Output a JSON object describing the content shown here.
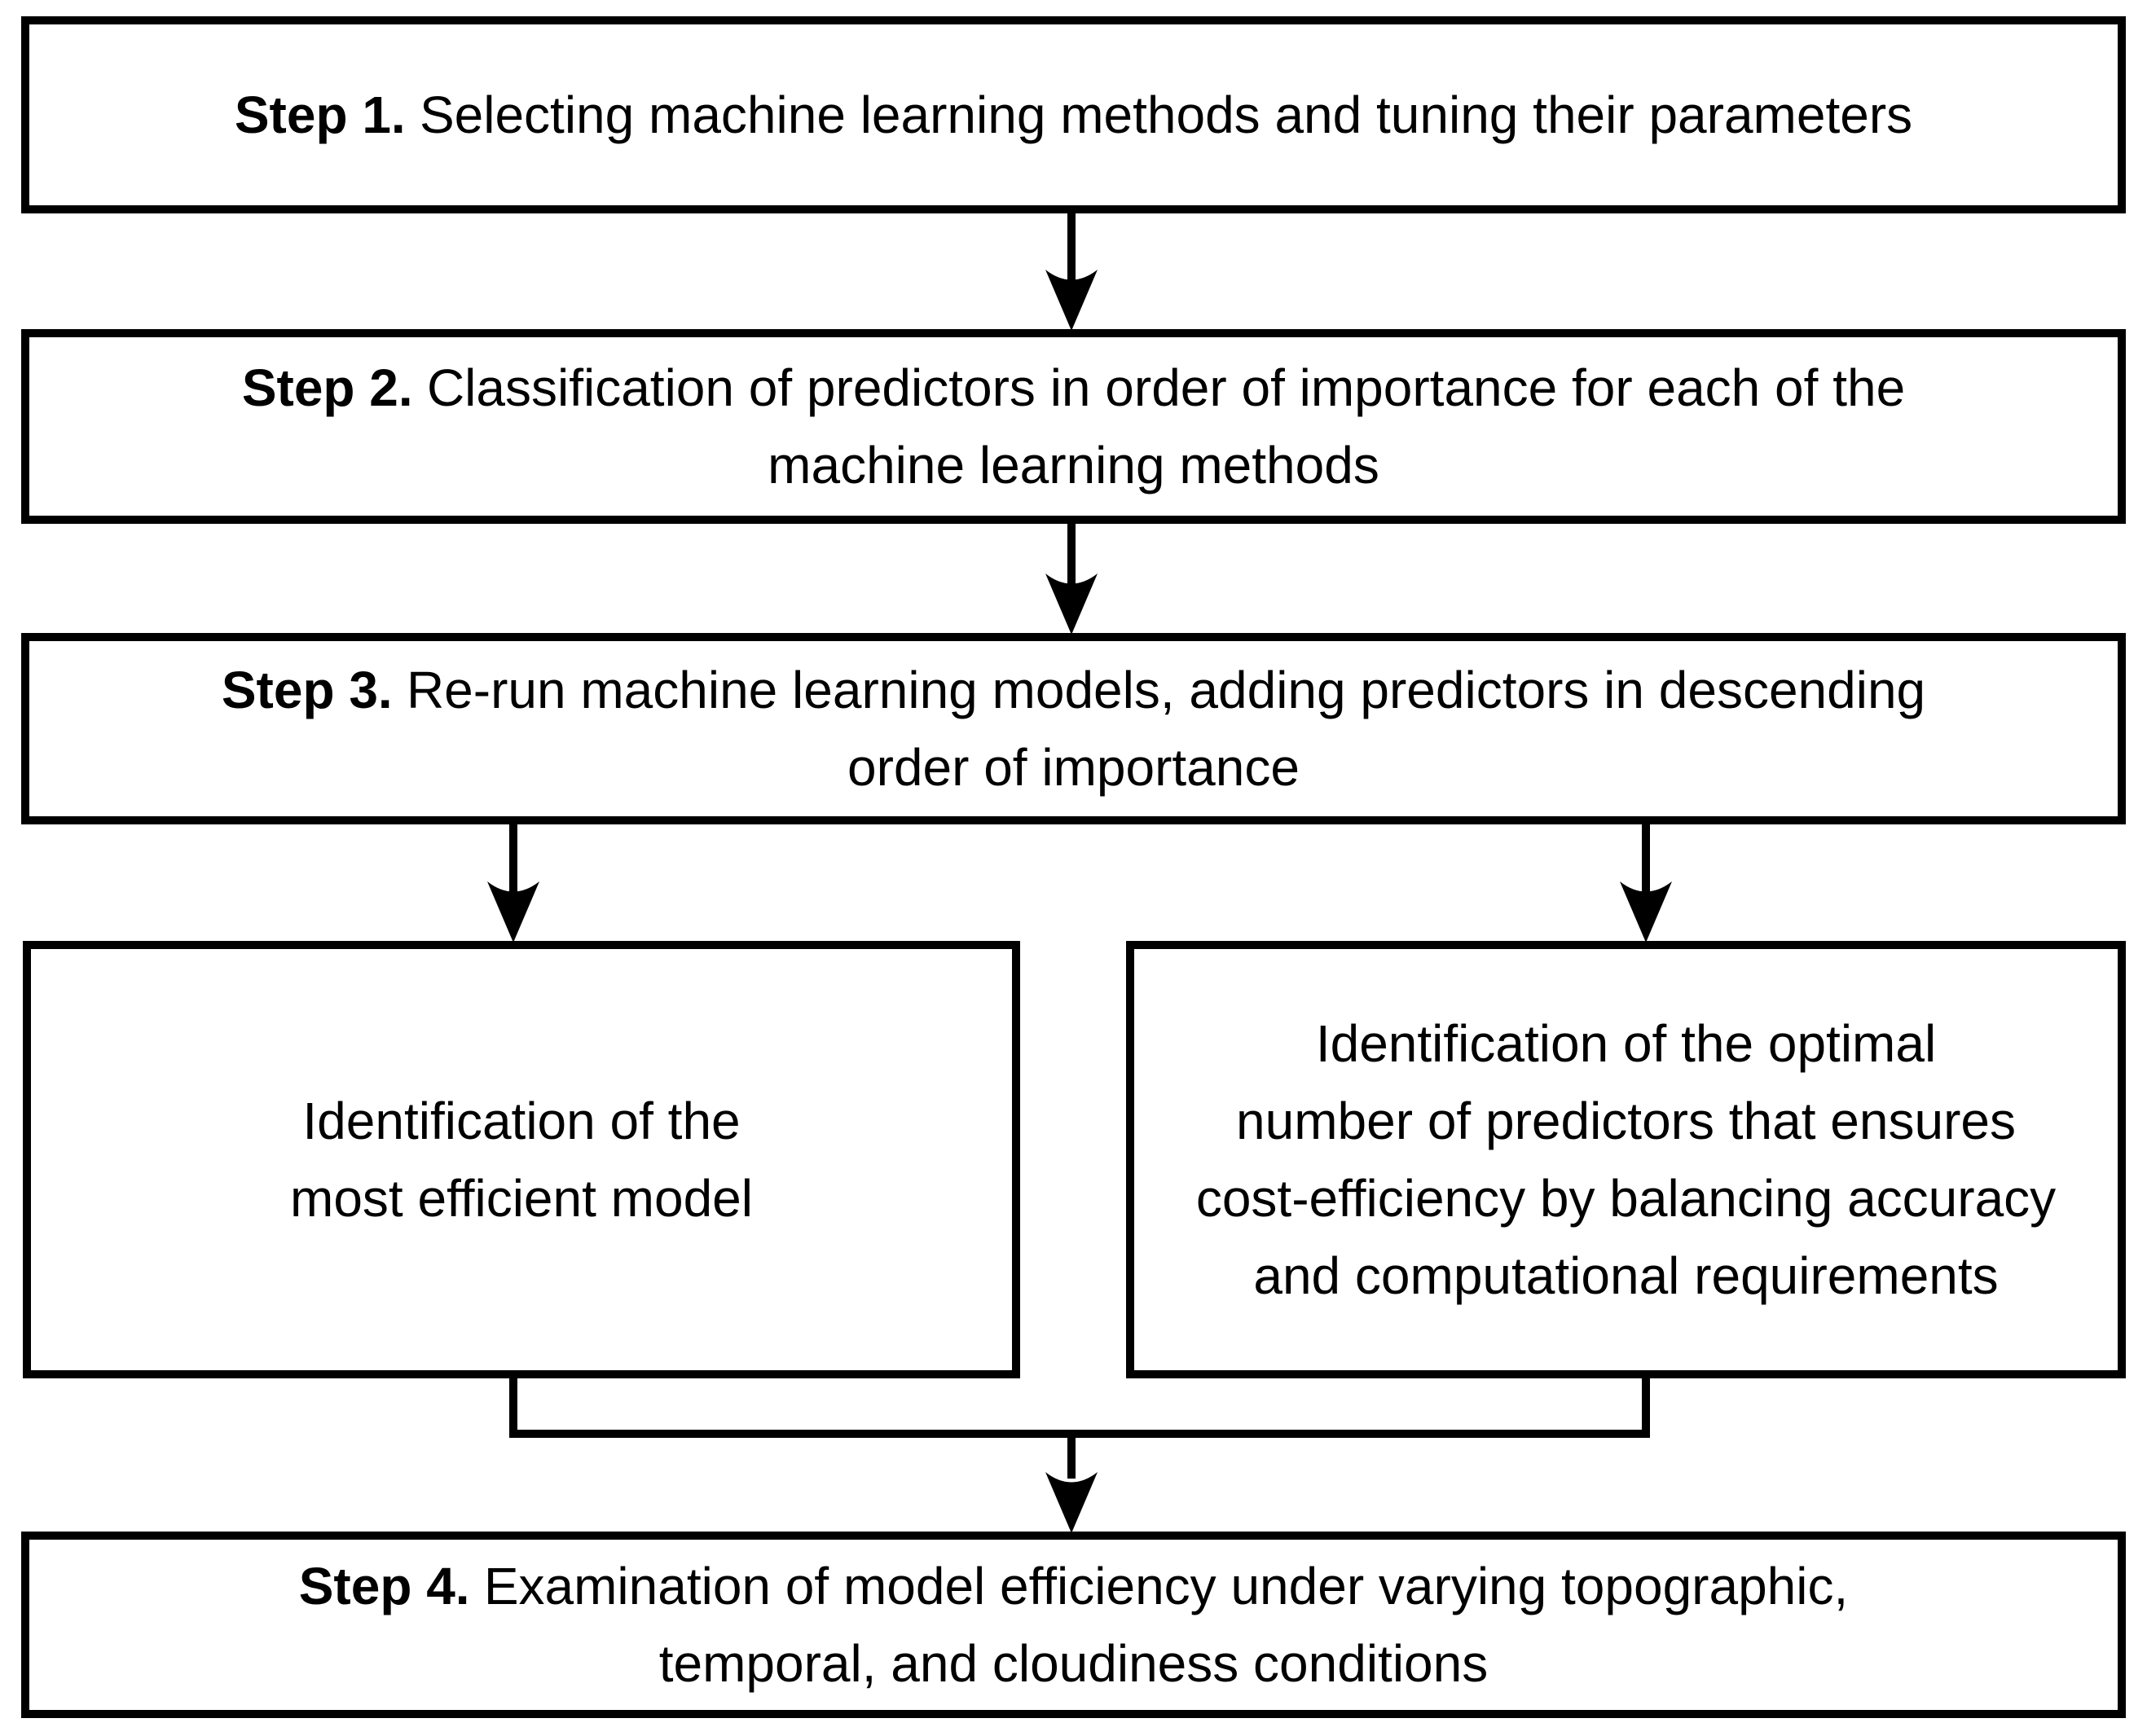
{
  "diagram_type": "flowchart",
  "colors": {
    "background": "#ffffff",
    "box_fill": "#ffffff",
    "box_border": "#000000",
    "text": "#000000",
    "arrow": "#000000"
  },
  "boxes": {
    "step1": {
      "prefix": "Step 1.",
      "lines": [
        "Selecting machine learning methods and tuning their parameters"
      ]
    },
    "step2": {
      "prefix": "Step 2.",
      "lines": [
        "Classification of predictors in order of importance for each of the",
        "machine learning methods"
      ]
    },
    "step3": {
      "prefix": "Step 3.",
      "lines": [
        "Re-run machine learning models, adding predictors in descending",
        "order of importance"
      ]
    },
    "outcome_left": {
      "lines": [
        "Identification of the",
        "most efficient model"
      ]
    },
    "outcome_right": {
      "lines": [
        "Identification of the optimal",
        "number of predictors that ensures",
        "cost-efficiency by balancing accuracy",
        "and computational requirements"
      ]
    },
    "step4": {
      "prefix": "Step 4.",
      "lines": [
        "Examination of model efficiency under varying topographic,",
        "temporal, and cloudiness conditions"
      ]
    }
  },
  "edges": [
    {
      "from": "step1",
      "to": "step2"
    },
    {
      "from": "step2",
      "to": "step3"
    },
    {
      "from": "step3",
      "to": "outcome_left"
    },
    {
      "from": "step3",
      "to": "outcome_right"
    },
    {
      "from": "outcome_left",
      "to": "step4"
    },
    {
      "from": "outcome_right",
      "to": "step4"
    }
  ]
}
